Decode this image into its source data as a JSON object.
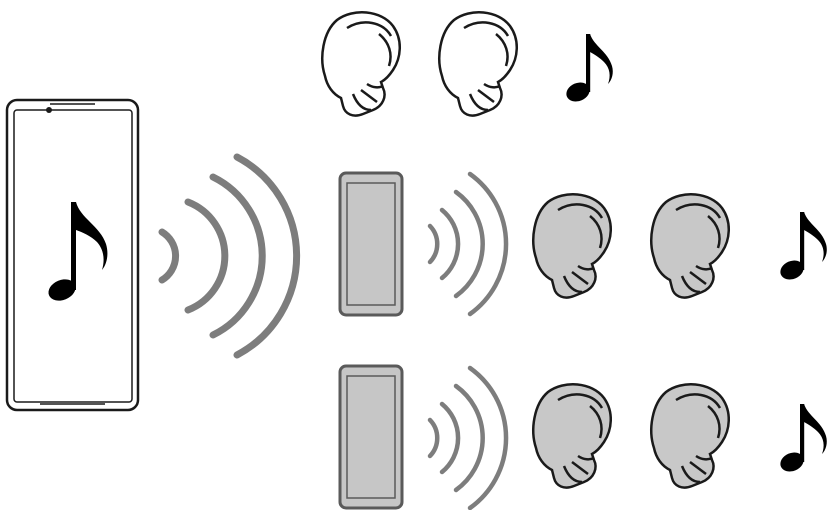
{
  "colors": {
    "background": "#ffffff",
    "outline": "#1a1a1a",
    "wave": "#7d7d7d",
    "earbud_shared": "#c8c8c8",
    "phone_shared_body": "#c6c6c6",
    "phone_shared_frame": "#5a5a5a",
    "note": "#000000"
  },
  "source": {
    "device": "smartphone-icon",
    "content": "music-note-icon",
    "signal": "wireless-waves-icon"
  },
  "rows": [
    {
      "id": "own-earbuds",
      "phone": false,
      "earbuds": "earbud-pair-icon",
      "earbud_style": "outline",
      "note": "music-note-icon"
    },
    {
      "id": "shared-1",
      "phone": true,
      "earbuds": "earbud-pair-icon",
      "earbud_style": "filled",
      "note": "music-note-icon"
    },
    {
      "id": "shared-2",
      "phone": true,
      "earbuds": "earbud-pair-icon",
      "earbud_style": "filled",
      "note": "music-note-icon"
    }
  ]
}
